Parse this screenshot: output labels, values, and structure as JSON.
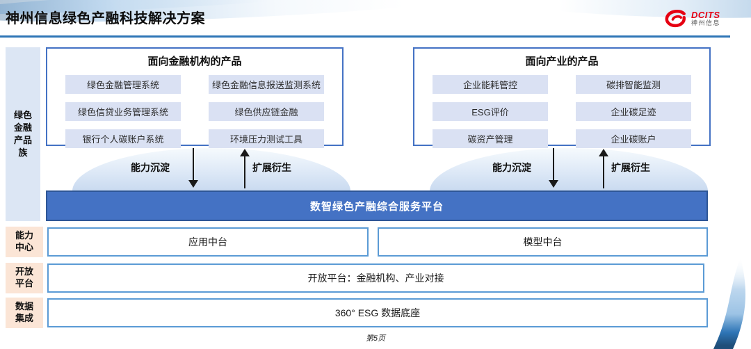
{
  "header": {
    "title": "神州信息绿色产融科技解决方案",
    "logo_text": "DCITS",
    "logo_subtext": "神州信息"
  },
  "left_rail": {
    "product_family": "绿色金融产品族"
  },
  "finance_products": {
    "title": "面向金融机构的产品",
    "items": [
      "绿色金融管理系统",
      "绿色金融信息报送监测系统",
      "绿色信贷业务管理系统",
      "绿色供应链金融",
      "银行个人碳账户系统",
      "环境压力测试工具"
    ]
  },
  "industry_products": {
    "title": "面向产业的产品",
    "items": [
      "企业能耗管控",
      "碳排智能监测",
      "ESG评价",
      "企业碳足迹",
      "碳资产管理",
      "企业碳账户"
    ]
  },
  "flow": {
    "down": "能力沉淀",
    "up": "扩展衍生"
  },
  "platform": {
    "label": "数智绿色产融综合服务平台"
  },
  "layers": [
    {
      "label": "能力中心",
      "boxes": [
        "应用中台",
        "模型中台"
      ]
    },
    {
      "label": "开放平台",
      "boxes": [
        "开放平台：金融机构、产业对接"
      ]
    },
    {
      "label": "数据集成",
      "boxes": [
        "360° ESG 数据底座"
      ]
    }
  ],
  "footer": {
    "page": "第5页"
  },
  "colors": {
    "accent_blue": "#4472C4",
    "dark_blue_border": "#2E5696",
    "light_blue_border": "#5B9BD5",
    "item_bg": "#DAE1F3",
    "rail_bg": "#DCE6F4",
    "label_peach": "#FBE5D6",
    "header_rule": "#2E75B6",
    "brand_red": "#E60012"
  }
}
